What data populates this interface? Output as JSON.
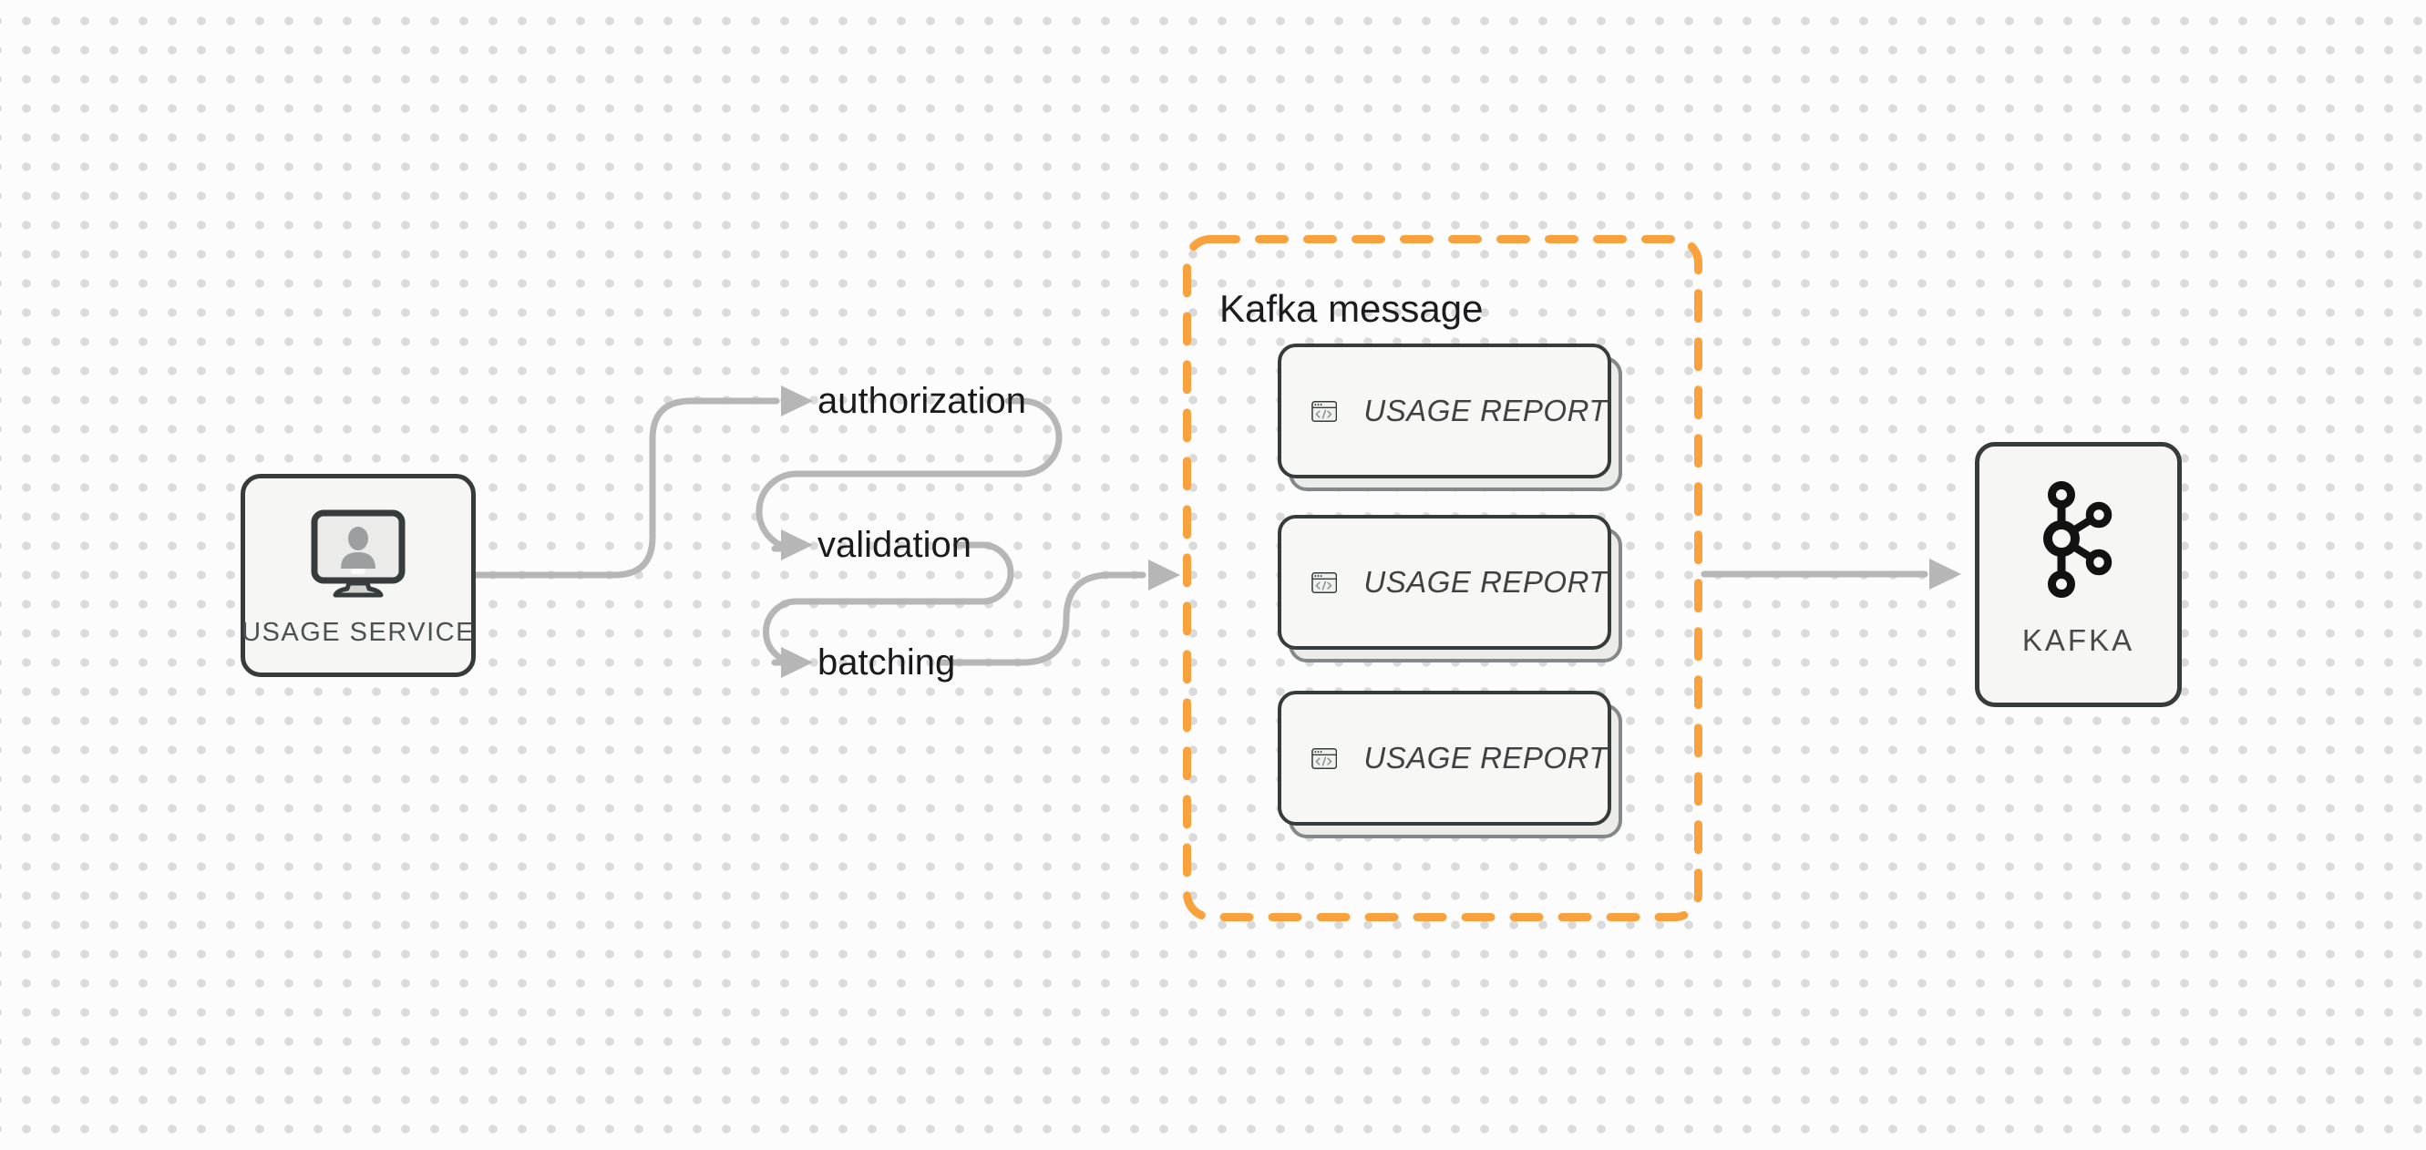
{
  "diagram": {
    "colors": {
      "accent_orange": "#F9A13C",
      "connector_gray": "#B6B6B6",
      "border_dark": "#363B3C",
      "background": "#FCFCFC",
      "grid_dot": "#DADADA"
    },
    "source_node": {
      "label": "USAGE SERVICE",
      "icon": "monitor-user-icon"
    },
    "steps": [
      {
        "label": "authorization"
      },
      {
        "label": "validation"
      },
      {
        "label": "batching"
      }
    ],
    "message_group": {
      "title": "Kafka message",
      "cards": [
        {
          "label": "USAGE REPORT",
          "icon": "browser-code-icon"
        },
        {
          "label": "USAGE REPORT",
          "icon": "browser-code-icon"
        },
        {
          "label": "USAGE REPORT",
          "icon": "browser-code-icon"
        }
      ]
    },
    "sink_node": {
      "label": "KAFKA",
      "icon": "kafka-logo-icon"
    }
  }
}
